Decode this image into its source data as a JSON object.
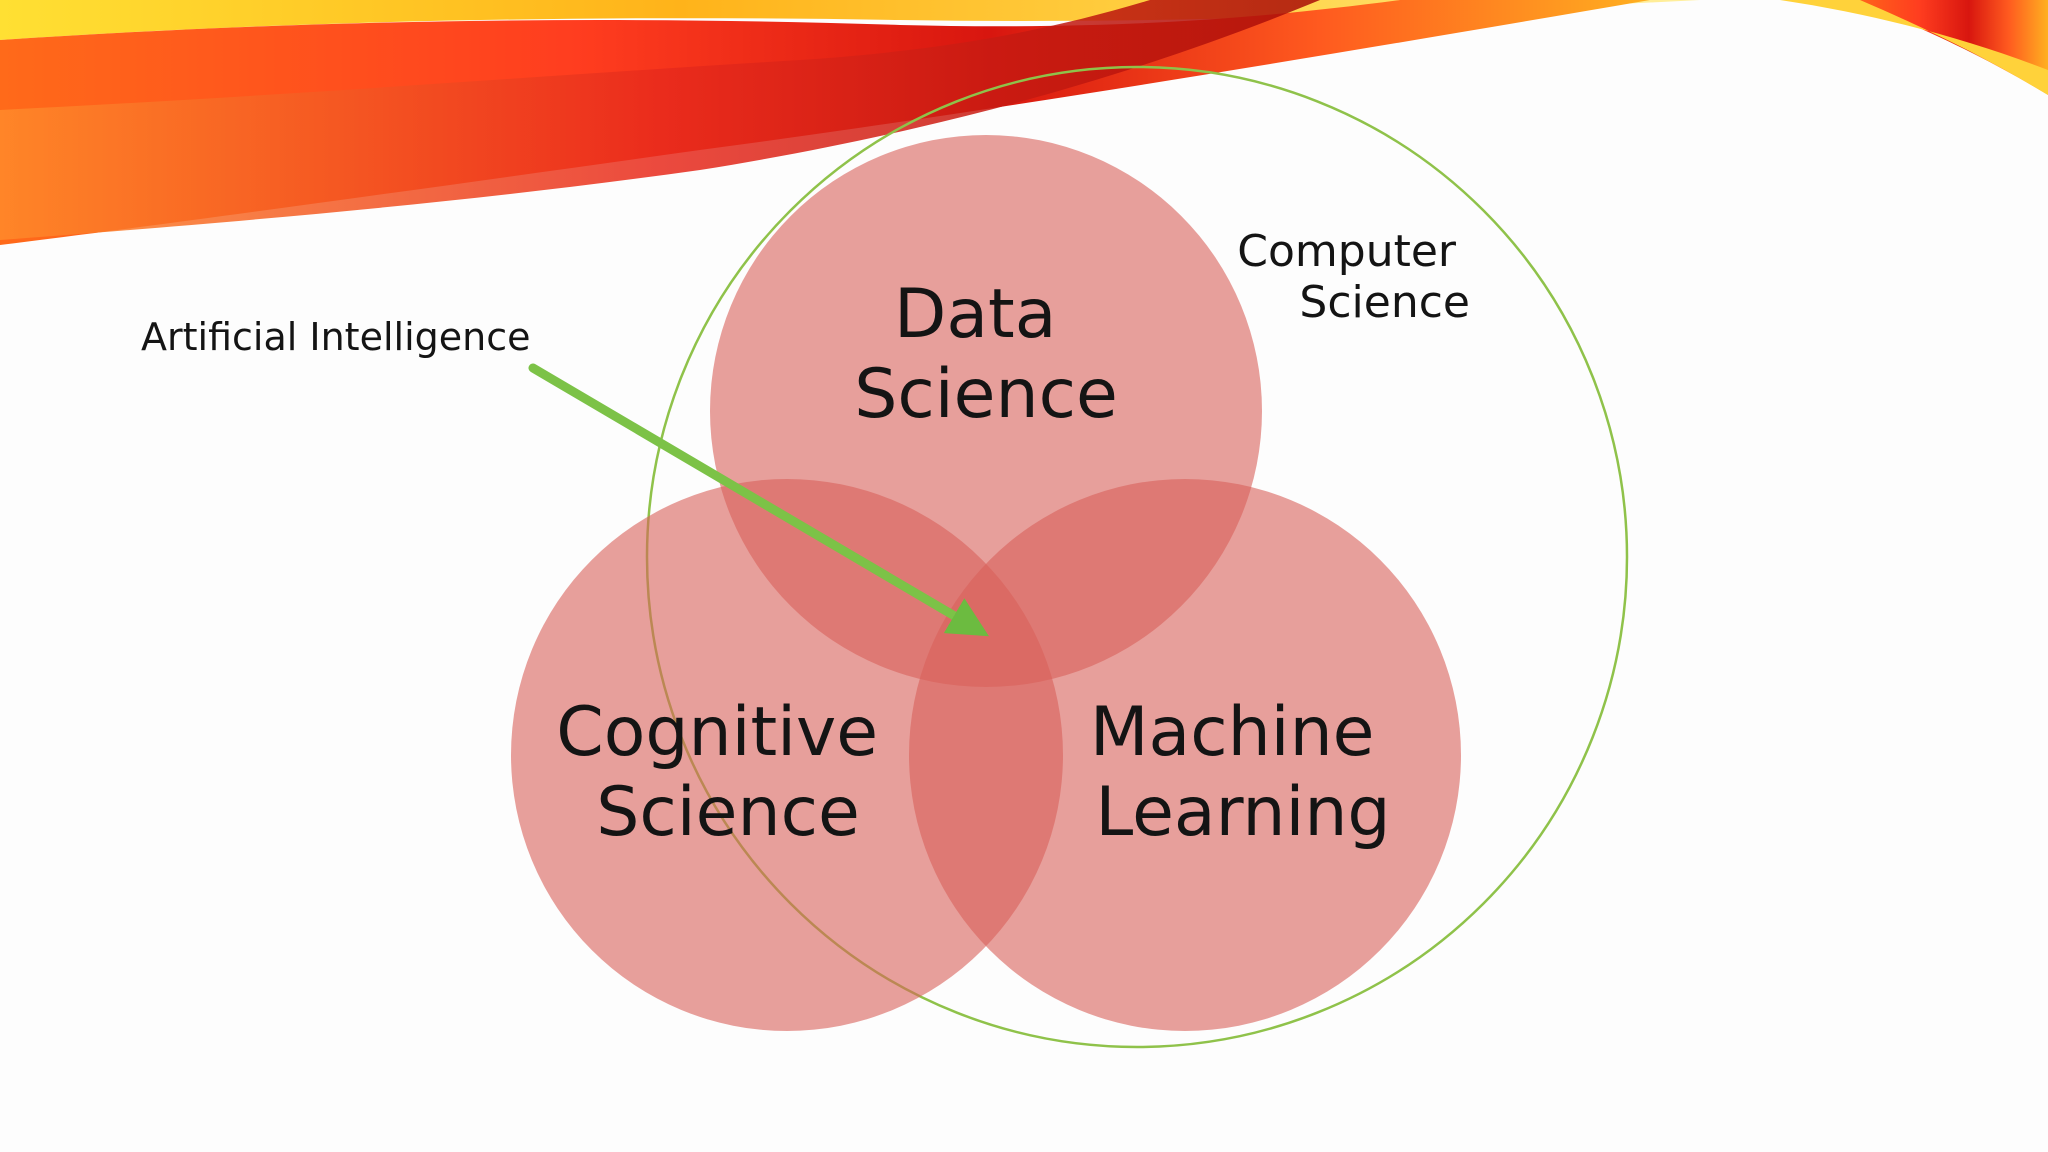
{
  "slide": {
    "background_color": "#fdfdfd",
    "ribbon_colors": [
      "#ffe033",
      "#ff9a1a",
      "#ff5a1f",
      "#e8231c",
      "#b0100c"
    ]
  },
  "diagram": {
    "type": "venn",
    "outer_set": {
      "label_line1": "Computer",
      "label_line2": "Science",
      "stroke_color": "#8fc24a"
    },
    "sets": [
      {
        "id": "data-science",
        "label_line1": "Data",
        "label_line2": "Science",
        "fill_color": "#d9605a"
      },
      {
        "id": "cognitive-science",
        "label_line1": "Cognitive",
        "label_line2": "Science",
        "fill_color": "#d9605a"
      },
      {
        "id": "machine-learning",
        "label_line1": "Machine",
        "label_line2": "Learning",
        "fill_color": "#d9605a"
      }
    ],
    "callout": {
      "label": "Artificial Intelligence",
      "arrow_color": "#7cc247",
      "points_to": "intersection of all three sets"
    }
  }
}
